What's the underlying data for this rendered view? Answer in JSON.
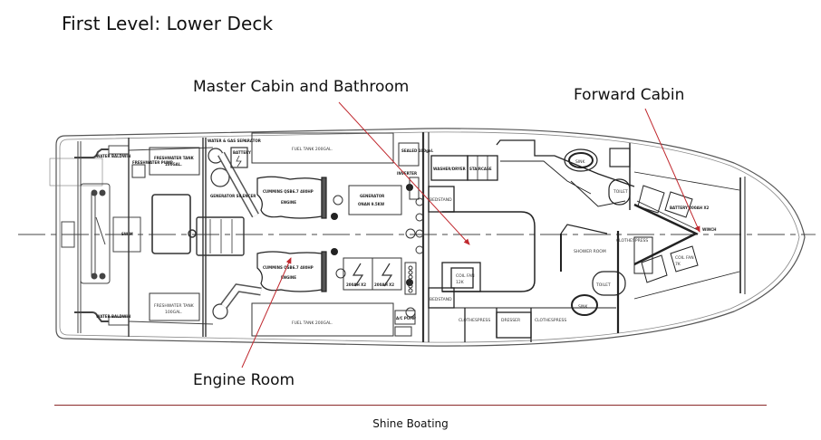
{
  "page": {
    "title": "First Level: Lower Deck",
    "footer": "Shine Boating",
    "accent_color": "#8b2a2a",
    "arrow_color": "#c0282e"
  },
  "callouts": {
    "master_cabin": "Master Cabin and Bathroom",
    "forward_cabin": "Forward Cabin",
    "engine_room": "Engine Room"
  },
  "plan_labels": {
    "water_baldwin_top": "WATER BALDWIN",
    "water_baldwin_bottom": "WATER BALDWIN",
    "freshwater_pump": "FRESHWATER PUMP",
    "freshwater_tank_top": "FRESHWATER TANK",
    "freshwater_tank_top_cap": "100GAL.",
    "freshwater_tank_bottom": "FRESHWATER TANK",
    "freshwater_tank_bottom_cap": "100GAL.",
    "swim": "SWIM",
    "muffler_separator": "WATER & GAS SEPARATOR",
    "generator_silencer": "GENERATOR SILENCER",
    "battery_top": "BATTERY",
    "fuel_tank_top": "FUEL TANK 200GAL.",
    "fuel_tank_bottom": "FUEL TANK 200GAL.",
    "engine_top": "CUMMINS QSB6.7 480HP",
    "engine_top_sub": "ENGINE",
    "engine_bottom": "CUMMINS QSB6.7 480HP",
    "engine_bottom_sub": "ENGINE",
    "generator": "GENERATOR",
    "generator_sub": "ONAN 9.5KW",
    "battery_1": "200AH X2",
    "battery_2": "200AH X2",
    "sealed_tank": "SEALED 100gal.",
    "inverter": "INVERTER",
    "ac_pump": "A/C PUMP",
    "washer_dryer": "WASHER/DRYER",
    "staircase": "STAIRCASE",
    "bedstand_top": "BEDSTAND",
    "bedstand_bottom": "BEDSTAND",
    "coil_fan_master": "COIL FAN",
    "coil_fan_master_sub": "12K",
    "clothespress_1": "CLOTHESPRESS",
    "dresser": "DRESSER",
    "clothespress_2": "CLOTHESPRESS",
    "shower_room": "SHOWER ROOM",
    "toilet_mid": "TOILET",
    "sink_top": "SINK",
    "sink_bottom": "SINK",
    "toilet_fwd": "TOILET",
    "clothespress_fwd": "CLOTHESPRESS",
    "battery_fwd": "BATTERY 200AH X2",
    "coil_fan_fwd": "COIL FAN",
    "coil_fan_fwd_sub": "7K",
    "winch": "WINCH"
  }
}
